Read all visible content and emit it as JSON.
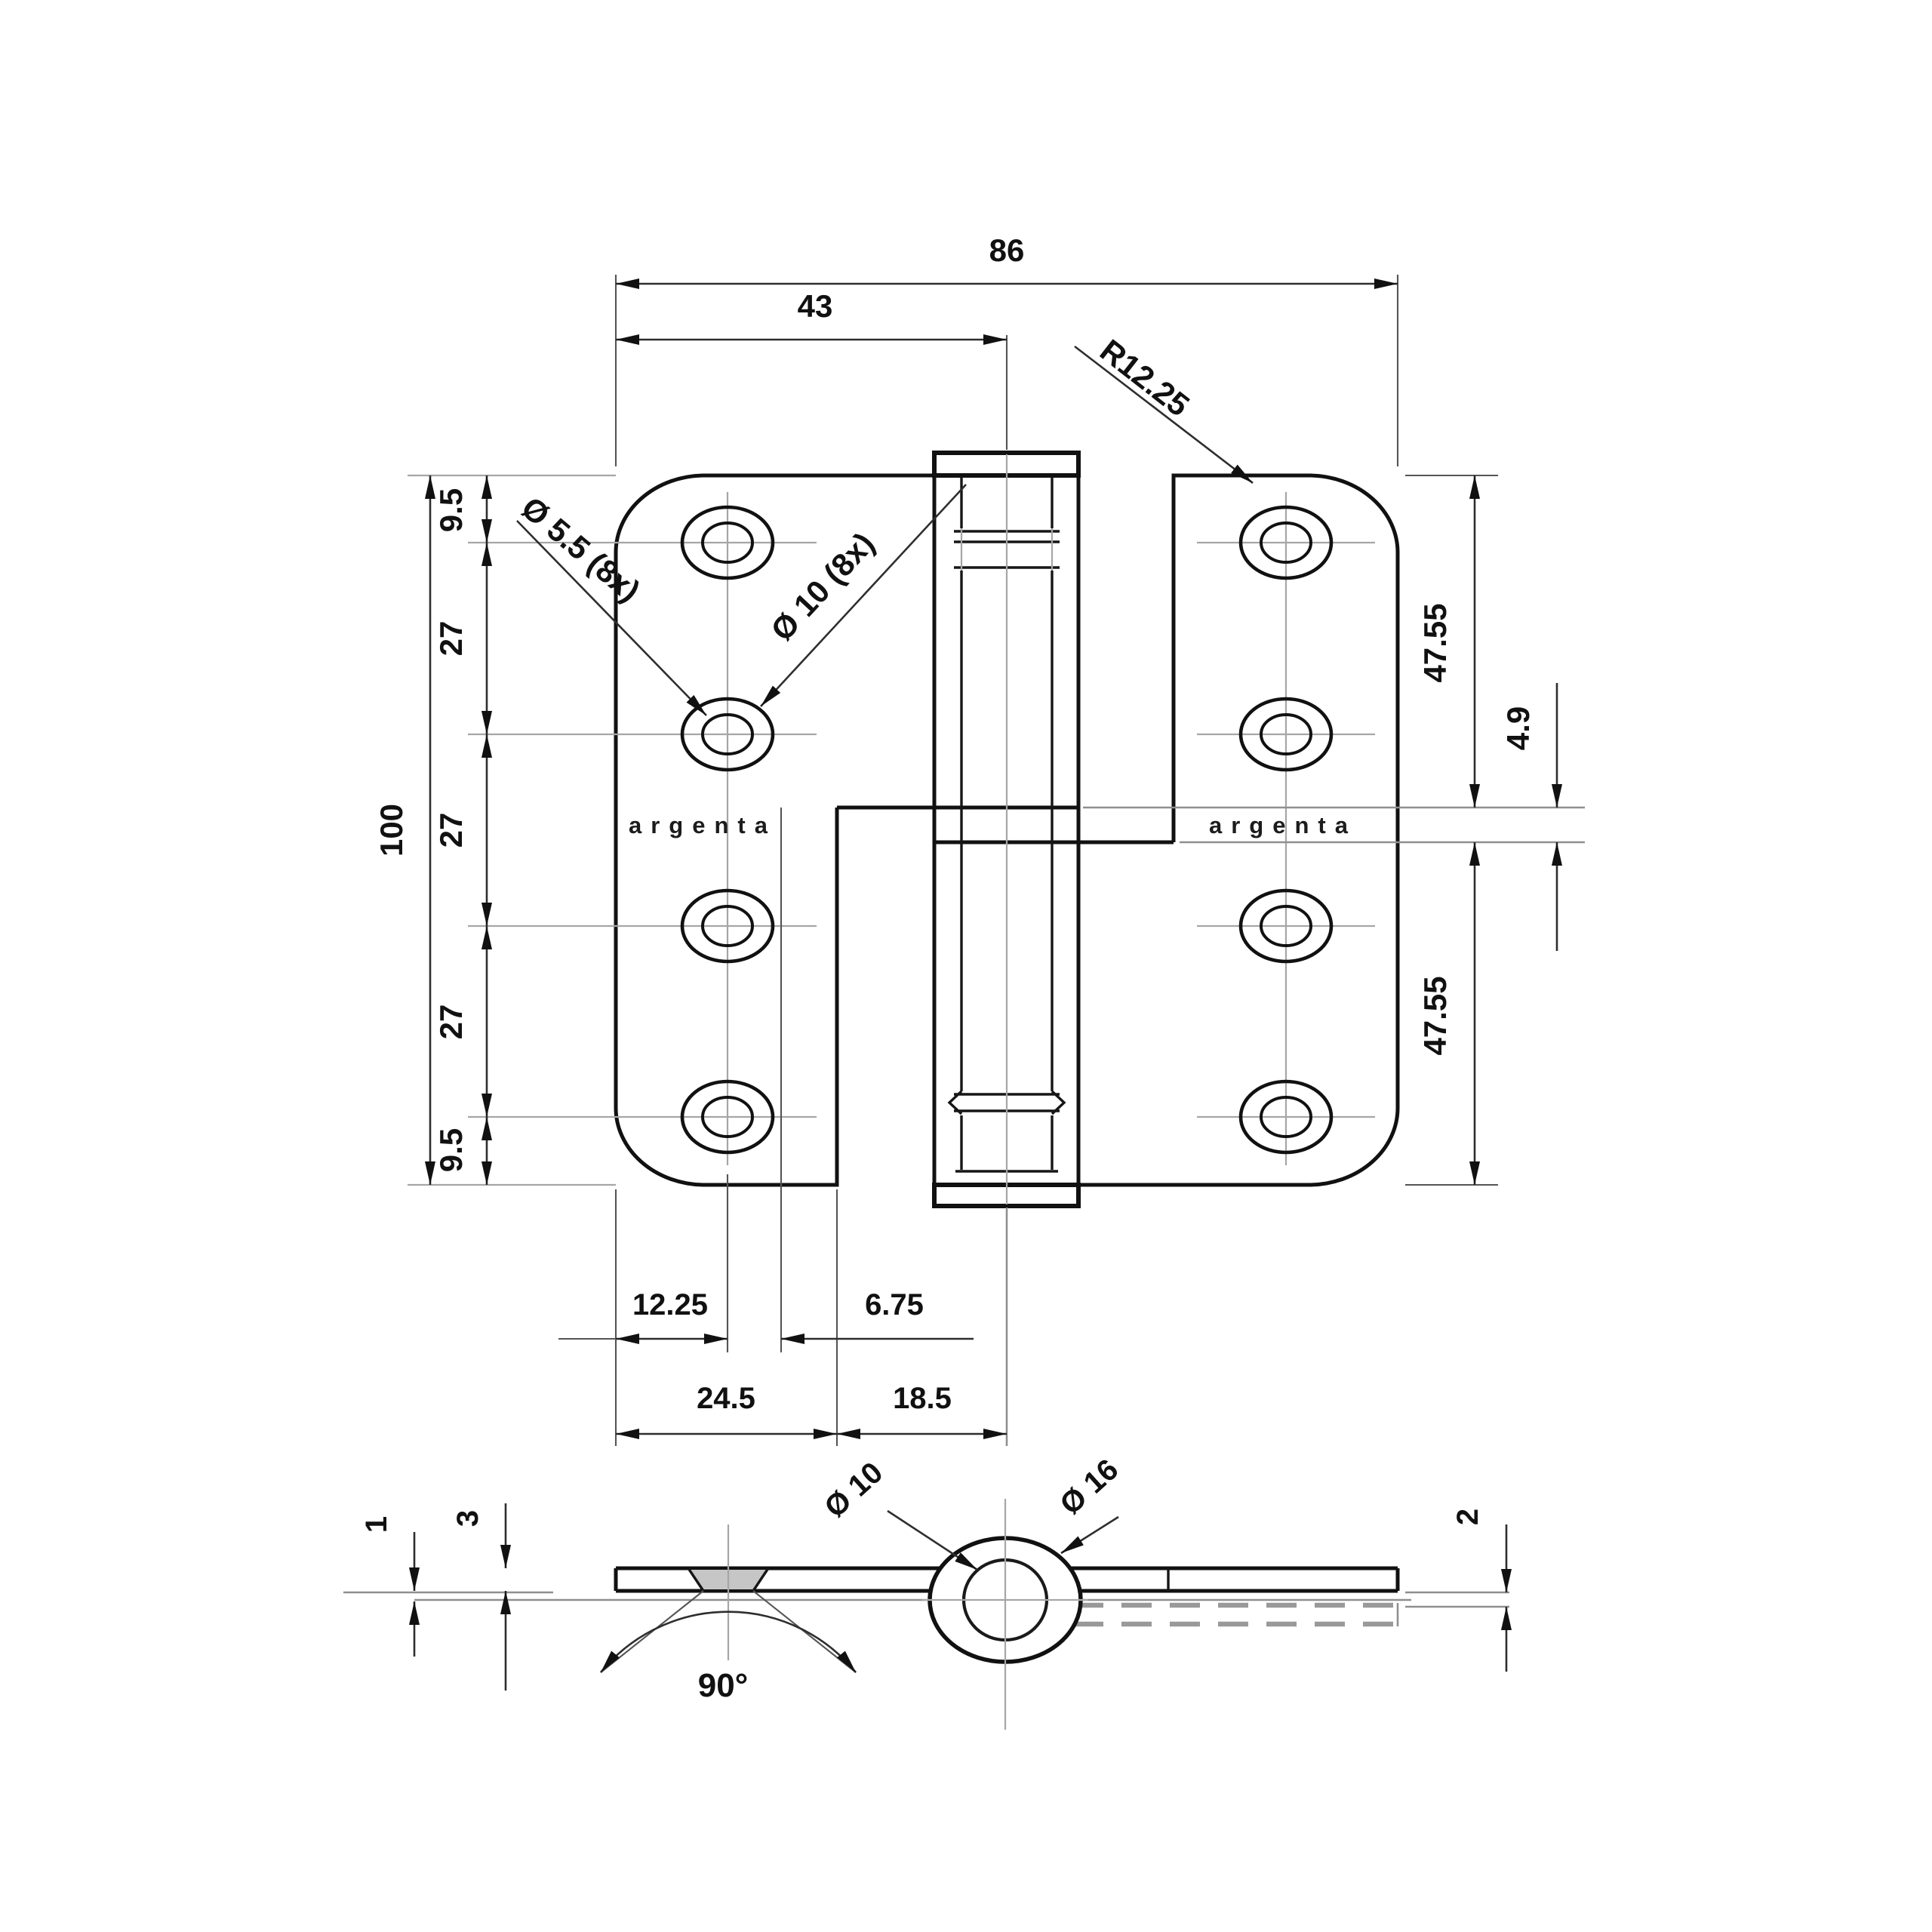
{
  "front_view": {
    "dim_overall_width": "86",
    "dim_half_width": "43",
    "corner_radius_label": "R12.25",
    "dim_overall_height": "100",
    "left_chain": [
      "9.5",
      "27",
      "27",
      "27",
      "9.5"
    ],
    "dim_right_top": "47.55",
    "dim_right_offset": "4.9",
    "dim_right_bottom": "47.55",
    "label_countersink_hole": "Ø 5.5 (8x)",
    "label_head_hole": "Ø 10 (8x)",
    "dim_edge_to_holes": "12.25",
    "dim_hole_to_step": "6.75",
    "dim_edge_to_step": "24.5",
    "dim_step_to_axis": "18.5",
    "brand_left": "argenta",
    "brand_right": "argenta"
  },
  "section_view": {
    "label_pin_diameter": "Ø 10",
    "label_knuckle_diameter": "Ø 16",
    "label_countersink_angle": "90°",
    "dim_leaf_thickness": "3",
    "dim_leaf_gap": "1",
    "dim_second_leaf_thickness": "2"
  },
  "colors": {
    "line": "#111111",
    "dimension": "#2e2e2e",
    "thin_line": "#a6a6a6",
    "countersink_fill": "#c6c6c6"
  }
}
